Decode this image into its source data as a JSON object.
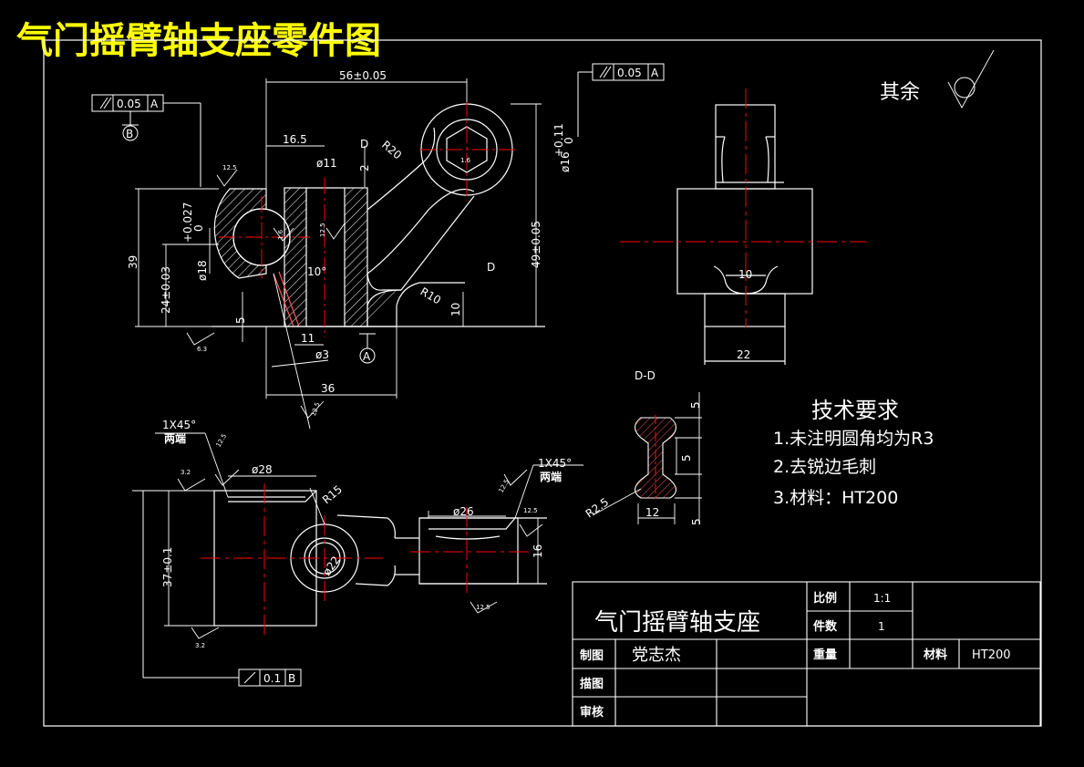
{
  "title": "气门摇臂轴支座零件图",
  "roughness_note": "其余",
  "dims": {
    "d56": "56±0.05",
    "d165": "16.5",
    "d11a": "ø11",
    "dR20": "R20",
    "dD1": "D",
    "dD2": "D",
    "d2": "2",
    "d16tol": "+0.11",
    "d16tol0": "0",
    "d16": "ø16",
    "d49": "49±0.05",
    "d39": "39",
    "d24": "24±0.03",
    "d18tol": "+0.027",
    "d18tol0": "0",
    "d18": "ø18",
    "d10deg": "10°",
    "dR10": "R10",
    "d10a": "10",
    "d5a": "5",
    "d11b": "11",
    "d3": "ø3",
    "d36": "36",
    "d10b": "10",
    "d22": "22",
    "dDD": "D-D",
    "d5b": "5",
    "d5c": "5",
    "d5d": "5",
    "d12": "12",
    "dR25": "R2.5",
    "d28": "ø28",
    "dR15": "R15",
    "d26": "ø26",
    "d22b": "ø22",
    "d16b": "16",
    "d37": "37±0.1",
    "c1": "1X45°",
    "c1b": "两端",
    "c2": "1X45°",
    "c2b": "两端"
  },
  "roughness": {
    "r125a": "12.5",
    "r63": "6.3",
    "r125b": "12.5",
    "r125c": "12.5",
    "r125d": "12.5",
    "r32a": "3.2",
    "r125e": "12.5",
    "r125f": "12.5",
    "r125g": "12.5",
    "r32b": "3.2",
    "r16": "1.6",
    "r16b": "1.6"
  },
  "datums": {
    "A": "A",
    "B": "B"
  },
  "fcf": {
    "f1_tol": "0.05",
    "f1_ref": "A",
    "f2_tol": "0.05",
    "f2_ref": "A",
    "f3_tol": "0.1",
    "f3_ref": "B"
  },
  "requirements": {
    "heading": "技术要求",
    "item1": "1.未注明圆角均为R3",
    "item2": "2.去锐边毛刺",
    "item3": "3.材料：HT200"
  },
  "title_block": {
    "part_name": "气门摇臂轴支座",
    "scale_label": "比例",
    "scale_value": "1:1",
    "qty_label": "件数",
    "qty_value": "1",
    "weight_label": "重量",
    "material_label": "材料",
    "material_value": "HT200",
    "drawn_label": "制图",
    "drawn_value": "党志杰",
    "traced_label": "描图",
    "checked_label": "审核"
  },
  "colors": {
    "background": "#000000",
    "line": "#ffffff",
    "centerline": "#ff0000",
    "title": "#ffff00"
  }
}
